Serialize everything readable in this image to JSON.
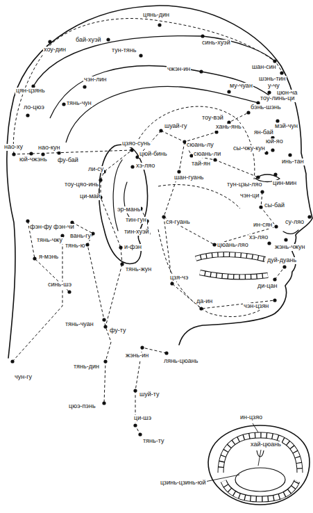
{
  "diagram": {
    "labels": [
      "цянь-дин",
      "бай-хуэй",
      "синь-хуэй",
      "хоу-дин",
      "тун-тянь",
      "шан-син",
      "чжэн-ин",
      "шэнь-тин",
      "чэн-лин",
      "у-чу",
      "му-чуан",
      "цюн-ча",
      "тоу-линь-ци",
      "цян-цзянь",
      "тянь-чун",
      "бэнь-шэнь",
      "ло-цюэ",
      "тоу-вэй",
      "мэй-чун",
      "хань-янь",
      "шуай-гу",
      "ян-бай",
      "юй-яо",
      "нао-кун",
      "сюань-лу",
      "нао-ху",
      "цзяо-сунь",
      "юй-чжэнь",
      "фу-бай",
      "цюй-бинь",
      "сюань-ли",
      "сы-чжу-кун",
      "инь-тан",
      "тай-ян",
      "хэ-ляо",
      "ли-су",
      "тоу-цяо-инь",
      "шан-гуань",
      "цин-мин",
      "тун-цзы-ляо",
      "чэн-ци",
      "ци-май",
      "сы-бай",
      "эр-мань",
      "тин-гун",
      "ся-гуань",
      "ин-сян",
      "су-ляо",
      "фэн-фу",
      "фэн-чи",
      "вань-гу",
      "тин-хуэй",
      "тянь-чжу",
      "тянь-ю",
      "и-фэн",
      "хэ-ляо",
      "цюань-ляо",
      "жэнь-чжун",
      "я-мэнь",
      "тянь-жун",
      "дуй-дуань",
      "ди-цан",
      "цзя-чэ",
      "синь-шэ",
      "да-ин",
      "чэн-цзян",
      "тянь-чуан",
      "фу-ту",
      "жэнь-ин",
      "лянь-цюань",
      "тянь-дин",
      "чун-гу",
      "шуй-ту",
      "цюэ-пэнь",
      "ци-шэ",
      "тянь-ту",
      "ин-цзяо",
      "хай-цюань",
      "цзинь-цзинь-юй"
    ]
  }
}
